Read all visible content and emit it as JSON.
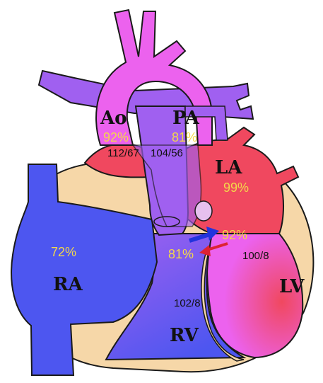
{
  "colors": {
    "oxygenated": "#f0485f",
    "deoxygenated": "#4d56f0",
    "mixed_purple": "#a060f0",
    "mixed_pink": "#ec62ee",
    "pericardium": "#f6d7a8",
    "outline": "#1a1a1a",
    "saturation_text": "#f3d84a",
    "arrow_blue": "#2233dd",
    "arrow_red": "#dd2233"
  },
  "icons": {
    "shunt_left_to_right": "arrow-right",
    "shunt_right_to_left": "arrow-left"
  },
  "labels": {
    "ao": "Ao",
    "pa": "PA",
    "la": "LA",
    "ra": "RA",
    "rv": "RV",
    "lv": "LV"
  },
  "saturations": {
    "ao": "92%",
    "pa": "81%",
    "la": "99%",
    "ra": "72%",
    "rv": "81%",
    "lv": "92%"
  },
  "pressures": {
    "ao": "112/67",
    "pa": "104/56",
    "rv": "102/8",
    "lv": "100/8"
  }
}
